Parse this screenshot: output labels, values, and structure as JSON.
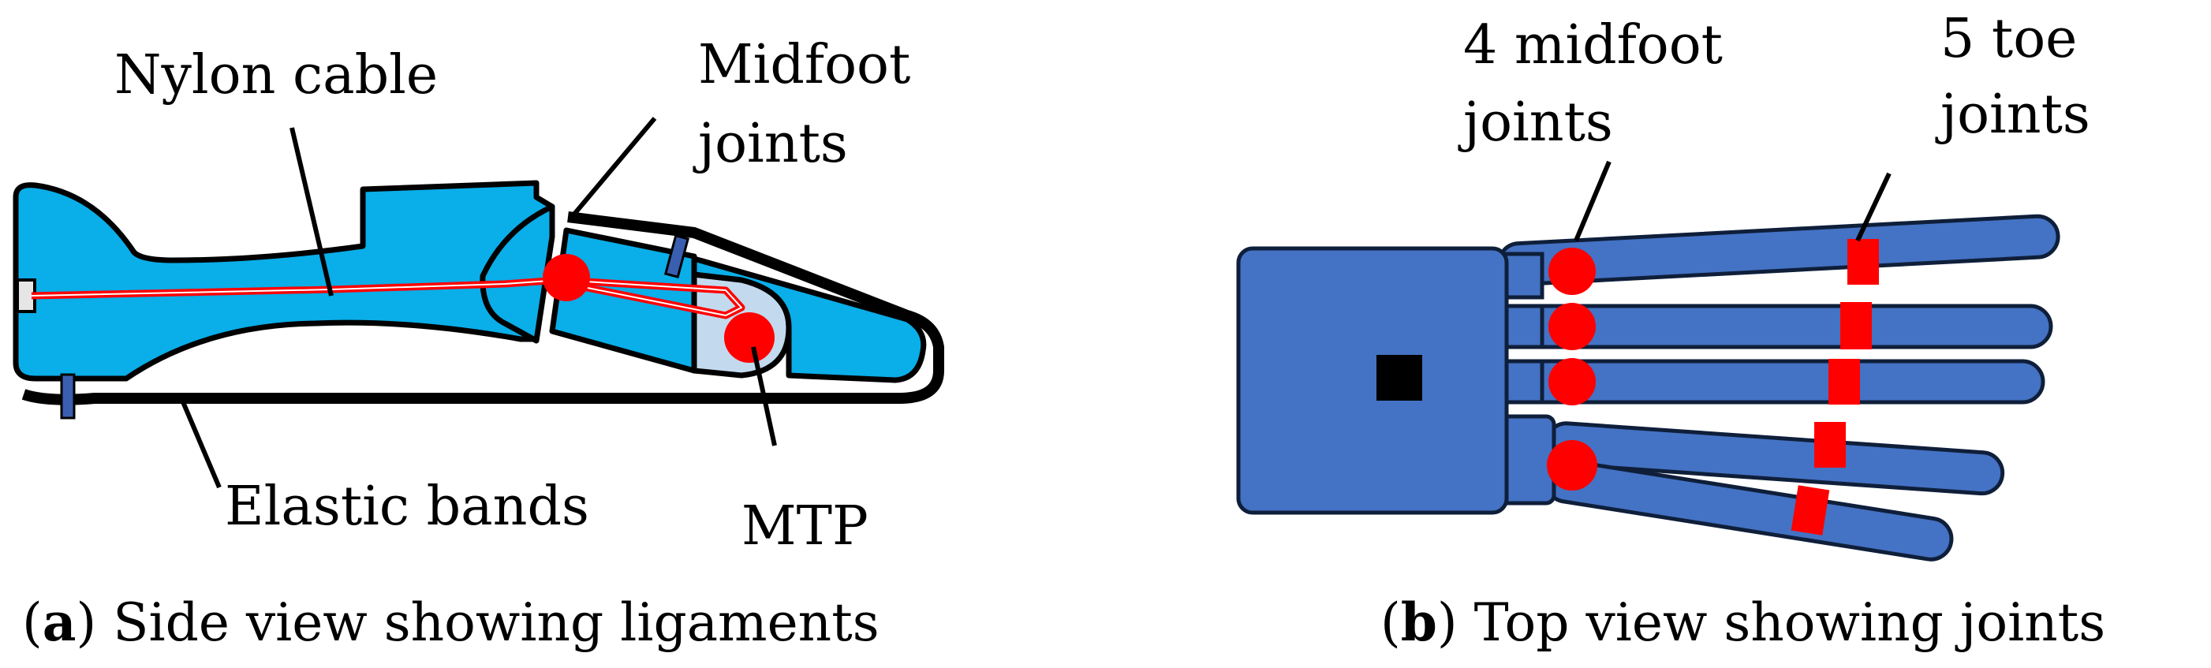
{
  "panel_a": {
    "labels": {
      "nylon_cable": "Nylon cable",
      "midfoot_1": "Midfoot",
      "midfoot_2": "joints",
      "elastic_bands": "Elastic bands",
      "mtp": "MTP"
    },
    "caption": {
      "open": "(",
      "letter": "a",
      "text": ") Side view showing ligaments"
    }
  },
  "panel_b": {
    "labels": {
      "midfoot_1": "4 midfoot",
      "midfoot_2": "joints",
      "toe_1": "5 toe",
      "toe_2": "joints"
    },
    "caption": {
      "open": "(",
      "letter": "b",
      "text": ") Top view showing joints"
    }
  },
  "colors": {
    "foot_light": "#0aaee8",
    "foot_pale": "#c3d9ee",
    "top_blue": "#4472c4",
    "outline": "#0f1f3a",
    "joint_red": "#ff0000",
    "clip_blue": "#3a5fb0"
  }
}
